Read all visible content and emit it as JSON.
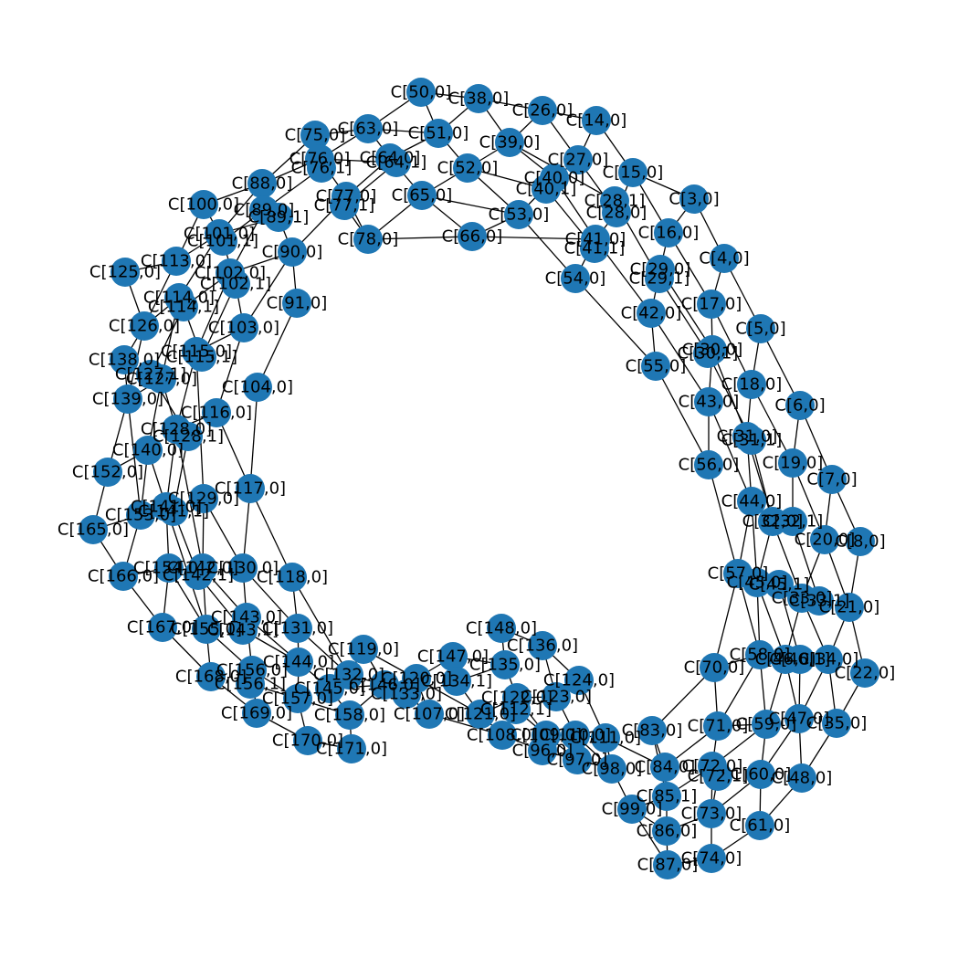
{
  "colors": {
    "node": "#1f77b4",
    "edge": "#000000",
    "label": "#000000",
    "background": "#ffffff"
  },
  "nodes": [
    {
      "id": "n50",
      "label": "C[50,0]"
    },
    {
      "id": "n38",
      "label": "C[38,0]"
    },
    {
      "id": "n26",
      "label": "C[26,0]"
    },
    {
      "id": "n14",
      "label": "C[14,0]"
    },
    {
      "id": "n63",
      "label": "C[63,0]"
    },
    {
      "id": "n51",
      "label": "C[51,0]"
    },
    {
      "id": "n75",
      "label": "C[75,0]"
    },
    {
      "id": "n39",
      "label": "C[39,0]"
    },
    {
      "id": "n64",
      "label": "C[64,0]"
    },
    {
      "id": "n64b",
      "label": "C[64,1]"
    },
    {
      "id": "n76",
      "label": "C[76,0]"
    },
    {
      "id": "n76b",
      "label": "C[76,1]"
    },
    {
      "id": "n52",
      "label": "C[52,0]"
    },
    {
      "id": "n27",
      "label": "C[27,0]"
    },
    {
      "id": "n15",
      "label": "C[15,0]"
    },
    {
      "id": "n40",
      "label": "C[40,0]"
    },
    {
      "id": "n40b",
      "label": "C[40,1]"
    },
    {
      "id": "n88",
      "label": "C[88,0]"
    },
    {
      "id": "n77",
      "label": "C[77,0]"
    },
    {
      "id": "n77b",
      "label": "C[77,1]"
    },
    {
      "id": "n65",
      "label": "C[65,0]"
    },
    {
      "id": "n3",
      "label": "C[3,0]"
    },
    {
      "id": "n28b",
      "label": "C[28,1]"
    },
    {
      "id": "n28",
      "label": "C[28,0]"
    },
    {
      "id": "n89",
      "label": "C[89,0]"
    },
    {
      "id": "n89b",
      "label": "C[89,1]"
    },
    {
      "id": "n100",
      "label": "C[100,0]"
    },
    {
      "id": "n53",
      "label": "C[53,0]"
    },
    {
      "id": "n101",
      "label": "C[101,0]"
    },
    {
      "id": "n101b",
      "label": "C[101,1]"
    },
    {
      "id": "n16",
      "label": "C[16,0]"
    },
    {
      "id": "n78",
      "label": "C[78,0]"
    },
    {
      "id": "n66",
      "label": "C[66,0]"
    },
    {
      "id": "n41",
      "label": "C[41,0]"
    },
    {
      "id": "n41b",
      "label": "C[41,1]"
    },
    {
      "id": "n90",
      "label": "C[90,0]"
    },
    {
      "id": "n4",
      "label": "C[4,0]"
    },
    {
      "id": "n113",
      "label": "C[113,0]"
    },
    {
      "id": "n29",
      "label": "C[29,0]"
    },
    {
      "id": "n29b",
      "label": "C[29,1]"
    },
    {
      "id": "n125",
      "label": "C[125,0]"
    },
    {
      "id": "n102",
      "label": "C[102,0]"
    },
    {
      "id": "n102b",
      "label": "C[102,1]"
    },
    {
      "id": "n54",
      "label": "C[54,0]"
    },
    {
      "id": "n114",
      "label": "C[114,0]"
    },
    {
      "id": "n114b",
      "label": "C[114,1]"
    },
    {
      "id": "n91",
      "label": "C[91,0]"
    },
    {
      "id": "n17",
      "label": "C[17,0]"
    },
    {
      "id": "n42",
      "label": "C[42,0]"
    },
    {
      "id": "n126",
      "label": "C[126,0]"
    },
    {
      "id": "n103",
      "label": "C[103,0]"
    },
    {
      "id": "n5",
      "label": "C[5,0]"
    },
    {
      "id": "n30",
      "label": "C[30,0]"
    },
    {
      "id": "n30b",
      "label": "C[30,1]"
    },
    {
      "id": "n115",
      "label": "C[115,0]"
    },
    {
      "id": "n115b",
      "label": "C[115,1]"
    },
    {
      "id": "n138",
      "label": "C[138,0]"
    },
    {
      "id": "n55",
      "label": "C[55,0]"
    },
    {
      "id": "n127",
      "label": "C[127,0]"
    },
    {
      "id": "n127b",
      "label": "C[127,1]"
    },
    {
      "id": "n18",
      "label": "C[18,0]"
    },
    {
      "id": "n104",
      "label": "C[104,0]"
    },
    {
      "id": "n139",
      "label": "C[139,0]"
    },
    {
      "id": "n43",
      "label": "C[43,0]"
    },
    {
      "id": "n6",
      "label": "C[6,0]"
    },
    {
      "id": "n116",
      "label": "C[116,0]"
    },
    {
      "id": "n128",
      "label": "C[128,0]"
    },
    {
      "id": "n128b",
      "label": "C[128,1]"
    },
    {
      "id": "n31",
      "label": "C[31,0]"
    },
    {
      "id": "n31b",
      "label": "C[31,1]"
    },
    {
      "id": "n140",
      "label": "C[140,0]"
    },
    {
      "id": "n19",
      "label": "C[19,0]"
    },
    {
      "id": "n56",
      "label": "C[56,0]"
    },
    {
      "id": "n152",
      "label": "C[152,0]"
    },
    {
      "id": "n7",
      "label": "C[7,0]"
    },
    {
      "id": "n117",
      "label": "C[117,0]"
    },
    {
      "id": "n129",
      "label": "C[129,0]"
    },
    {
      "id": "n44",
      "label": "C[44,0]"
    },
    {
      "id": "n141",
      "label": "C[141,0]"
    },
    {
      "id": "n141b",
      "label": "C[141,1]"
    },
    {
      "id": "n153",
      "label": "C[153,0]"
    },
    {
      "id": "n32",
      "label": "C[32,0]"
    },
    {
      "id": "n32b",
      "label": "C[32,1]"
    },
    {
      "id": "n165",
      "label": "C[165,0]"
    },
    {
      "id": "n20",
      "label": "C[20,0]"
    },
    {
      "id": "n8",
      "label": "C[8,0]"
    },
    {
      "id": "n57",
      "label": "C[57,0]"
    },
    {
      "id": "n45",
      "label": "C[45,0]"
    },
    {
      "id": "n45b",
      "label": "C[45,1]"
    },
    {
      "id": "n154",
      "label": "C[154,0]"
    },
    {
      "id": "n142",
      "label": "C[142,0]"
    },
    {
      "id": "n142b",
      "label": "C[142,1]"
    },
    {
      "id": "n130",
      "label": "C[130,0]"
    },
    {
      "id": "n166",
      "label": "C[166,0]"
    },
    {
      "id": "n118",
      "label": "C[118,0]"
    },
    {
      "id": "n33",
      "label": "C[33,0]"
    },
    {
      "id": "n33b",
      "label": "C[33,1]"
    },
    {
      "id": "n21",
      "label": "C[21,0]"
    },
    {
      "id": "n167",
      "label": "C[167,0]"
    },
    {
      "id": "n155",
      "label": "C[155,0]"
    },
    {
      "id": "n143",
      "label": "C[143,0]"
    },
    {
      "id": "n143b",
      "label": "C[143,1]"
    },
    {
      "id": "n131",
      "label": "C[131,0]"
    },
    {
      "id": "n148",
      "label": "C[148,0]"
    },
    {
      "id": "n136",
      "label": "C[136,0]"
    },
    {
      "id": "n119",
      "label": "C[119,0]"
    },
    {
      "id": "n147",
      "label": "C[147,0]"
    },
    {
      "id": "n135",
      "label": "C[135,0]"
    },
    {
      "id": "n58",
      "label": "C[58,0]"
    },
    {
      "id": "n46",
      "label": "C[46,0]"
    },
    {
      "id": "n46b",
      "label": "C[46,1]"
    },
    {
      "id": "n34",
      "label": "C[34,0]"
    },
    {
      "id": "n144",
      "label": "C[144,0]"
    },
    {
      "id": "n70",
      "label": "C[70,0]"
    },
    {
      "id": "n22",
      "label": "C[22,0]"
    },
    {
      "id": "n132",
      "label": "C[132,0]"
    },
    {
      "id": "n168",
      "label": "C[168,0]"
    },
    {
      "id": "n156",
      "label": "C[156,0]"
    },
    {
      "id": "n156b",
      "label": "C[156,1]"
    },
    {
      "id": "n124",
      "label": "C[124,0]"
    },
    {
      "id": "n120",
      "label": "C[120,0]"
    },
    {
      "id": "n134",
      "label": "C[134,1]"
    },
    {
      "id": "n145",
      "label": "C[145,0]"
    },
    {
      "id": "n146",
      "label": "C[146,0]"
    },
    {
      "id": "n133",
      "label": "C[133,0]"
    },
    {
      "id": "n122",
      "label": "C[122,0]"
    },
    {
      "id": "n123",
      "label": "C[123,0]"
    },
    {
      "id": "n112",
      "label": "C[112,1]"
    },
    {
      "id": "n157",
      "label": "C[157,0]"
    },
    {
      "id": "n169",
      "label": "C[169,0]"
    },
    {
      "id": "n158",
      "label": "C[158,0]"
    },
    {
      "id": "n107",
      "label": "C[107,0]"
    },
    {
      "id": "n121",
      "label": "C[121,0]"
    },
    {
      "id": "n59",
      "label": "C[59,0]"
    },
    {
      "id": "n71",
      "label": "C[71,0]"
    },
    {
      "id": "n47",
      "label": "C[47,0]"
    },
    {
      "id": "n35",
      "label": "C[35,0]"
    },
    {
      "id": "n83",
      "label": "C[83,0]"
    },
    {
      "id": "n108",
      "label": "C[108,0]"
    },
    {
      "id": "n109",
      "label": "C[109,0]"
    },
    {
      "id": "n110",
      "label": "C[110,0]"
    },
    {
      "id": "n111",
      "label": "C[111,0]"
    },
    {
      "id": "n170",
      "label": "C[170,0]"
    },
    {
      "id": "n171",
      "label": "C[171,0]"
    },
    {
      "id": "n96",
      "label": "C[96,0]"
    },
    {
      "id": "n97",
      "label": "C[97,0]"
    },
    {
      "id": "n98",
      "label": "C[98,0]"
    },
    {
      "id": "n84",
      "label": "C[84,0]"
    },
    {
      "id": "n72",
      "label": "C[72,0]"
    },
    {
      "id": "n72b",
      "label": "C[72,1]"
    },
    {
      "id": "n60",
      "label": "C[60,0]"
    },
    {
      "id": "n48",
      "label": "C[48,0]"
    },
    {
      "id": "n85",
      "label": "C[85,1]"
    },
    {
      "id": "n99",
      "label": "C[99,0]"
    },
    {
      "id": "n73",
      "label": "C[73,0]"
    },
    {
      "id": "n61",
      "label": "C[61,0]"
    },
    {
      "id": "n86",
      "label": "C[86,0]"
    },
    {
      "id": "n74",
      "label": "C[74,0]"
    },
    {
      "id": "n87",
      "label": "C[87,0]"
    }
  ]
}
